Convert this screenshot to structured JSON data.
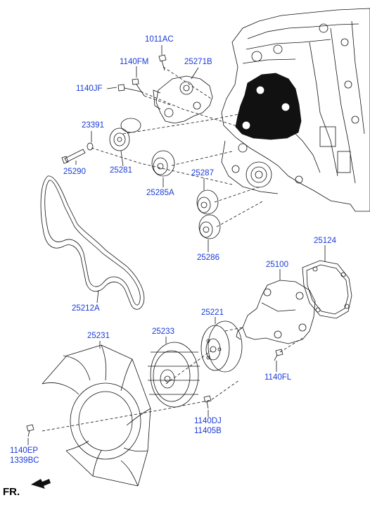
{
  "colors": {
    "callout_text": "#1a3ad6",
    "line": "#111111",
    "fill_dark": "#111111"
  },
  "callouts": {
    "p1011AC": "1011AC",
    "p1140FM": "1140FM",
    "p25271B": "25271B",
    "p1140JF": "1140JF",
    "p23391": "23391",
    "p25290": "25290",
    "p25281": "25281",
    "p25287": "25287",
    "p25285A": "25285A",
    "p25286": "25286",
    "p25124": "25124",
    "p25100": "25100",
    "p25212A": "25212A",
    "p25221": "25221",
    "p25231": "25231",
    "p25233": "25233",
    "p1140FL": "1140FL",
    "p1140DJ": "1140DJ",
    "p11405B": "11405B",
    "p1140EP": "1140EP",
    "p1339BC": "1339BC"
  },
  "direction_label": "FR.",
  "icons": {
    "direction_arrow": "arrow-icon"
  }
}
